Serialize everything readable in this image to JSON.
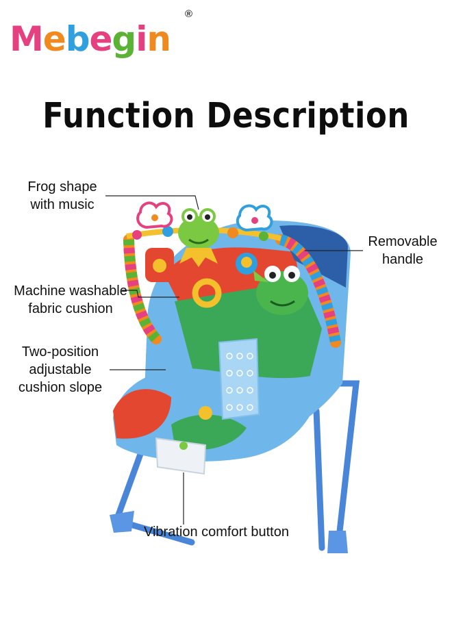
{
  "brand": {
    "letters": [
      "M",
      "e",
      "b",
      "e",
      "g",
      "i",
      "n"
    ],
    "letter_colors": [
      "#e5407f",
      "#f08a1e",
      "#2f9fe0",
      "#e5407f",
      "#5bb336",
      "#e5407f",
      "#f08a1e"
    ],
    "registered_mark": "®"
  },
  "title": "Function Description",
  "callouts": {
    "frog": {
      "line1": "Frog shape",
      "line2": "with music"
    },
    "handle": {
      "line1": "Removable",
      "line2": "handle"
    },
    "fabric": {
      "line1": "Machine washable",
      "line2": "fabric cushion"
    },
    "slope": {
      "line1": "Two-position",
      "line2": "adjustable",
      "line3": "cushion slope"
    },
    "vibration": {
      "line1": "Vibration comfort button"
    }
  },
  "colors": {
    "frame": "#4a86d8",
    "seat_blue": "#6fb6ea",
    "seat_green": "#3aa856",
    "seat_red": "#e4472f",
    "frog_green": "#7bc943",
    "leader_line": "#222222"
  }
}
